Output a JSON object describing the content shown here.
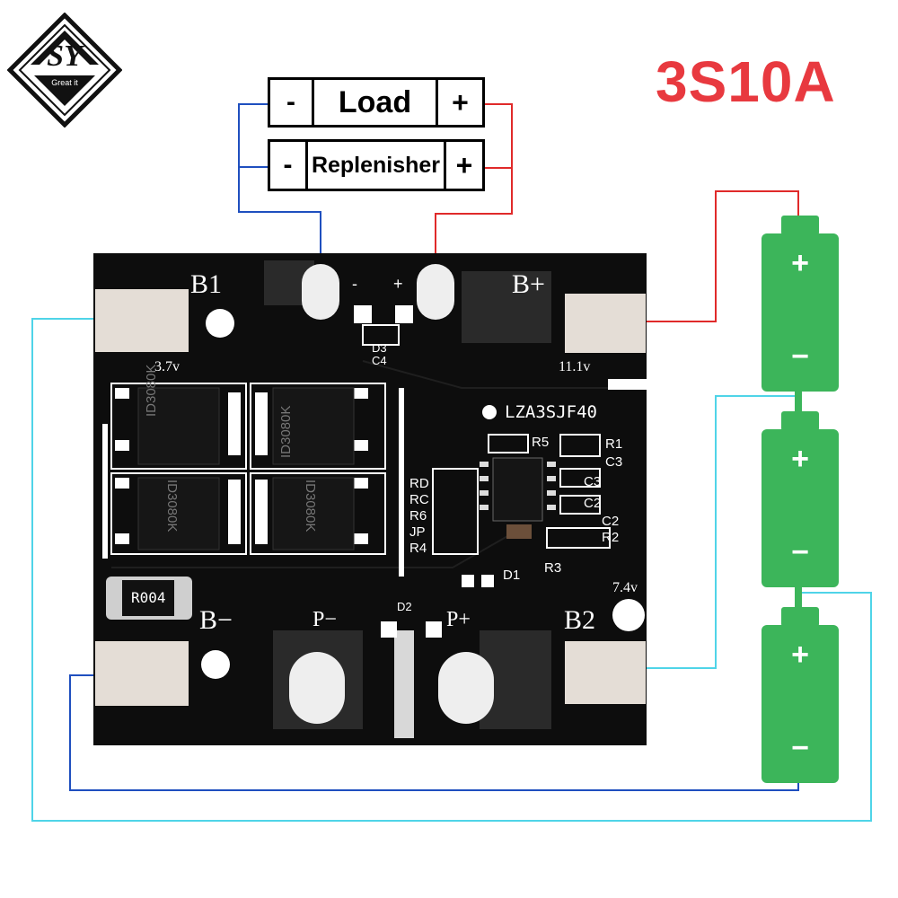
{
  "brand": {
    "logo_text": "SY",
    "tagline": "Great it"
  },
  "title": "3S10A",
  "load_box": {
    "minus": "-",
    "label": "Load",
    "plus": "+"
  },
  "replenisher_box": {
    "minus": "-",
    "label": "Replenisher",
    "plus": "+"
  },
  "board": {
    "model": "LZA3SJF40",
    "pads": {
      "b1": "B1",
      "b_plus": "B+",
      "b_minus": "B−",
      "b2": "B2",
      "p_minus": "P−",
      "p_plus": "P+"
    },
    "voltages": {
      "v1": "3.7v",
      "v2": "11.1v",
      "v3": "7.4v"
    },
    "mosfet_label": "ID3080K",
    "shunt_label": "R004",
    "top_pad_minus": "-",
    "top_pad_plus": "+",
    "components": {
      "d3": "D3",
      "c4": "C4",
      "d2": "D2",
      "d1": "D1",
      "r5": "R5",
      "r1": "R1",
      "c3a": "C3",
      "c3b": "C3",
      "c2a": "C2",
      "c2b": "C2",
      "r2": "R2",
      "r3": "R3",
      "rd": "RD",
      "rc": "RC",
      "r6": "R6",
      "jp": "JP",
      "r4": "R4"
    }
  },
  "batteries": [
    {
      "plus": "+",
      "minus": "−"
    },
    {
      "plus": "+",
      "minus": "−"
    },
    {
      "plus": "+",
      "minus": "−"
    }
  ],
  "colors": {
    "wire_red": "#e02a2a",
    "wire_blue": "#1f4fbf",
    "wire_cyan": "#4fd4e8",
    "battery": "#3cb55a",
    "title": "#e8393f",
    "board": "#0d0d0d"
  }
}
